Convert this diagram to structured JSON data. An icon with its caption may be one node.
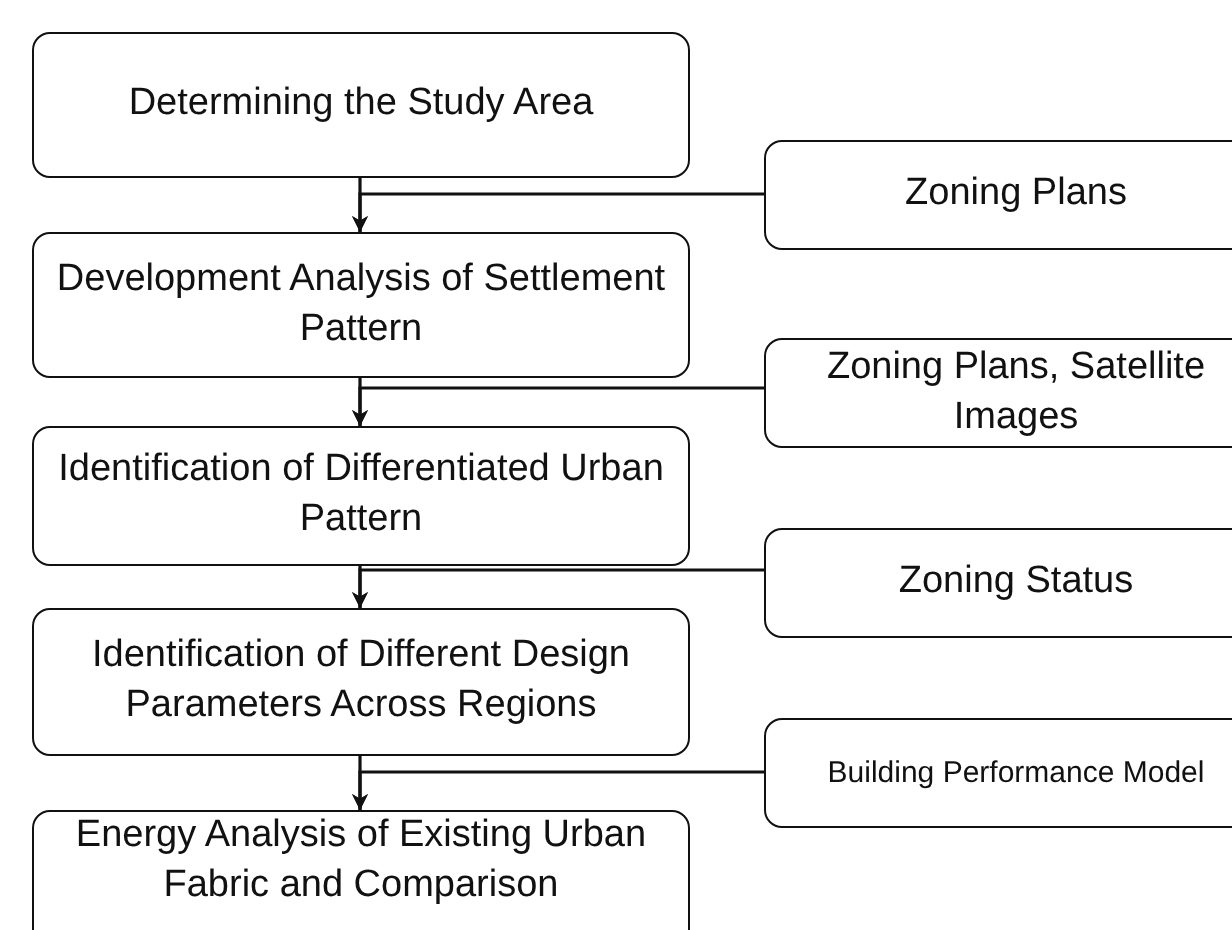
{
  "diagram": {
    "nodes": [
      {
        "text": [
          "Determining the Study Area"
        ]
      },
      {
        "text": [
          "Zoning Plans"
        ]
      },
      {
        "text": [
          "Development Analysis of Settlement Pattern"
        ]
      },
      {
        "text": [
          "Zoning Plans, Satellite Images"
        ]
      },
      {
        "text": [
          "Identification of Differentiated Urban Pattern"
        ]
      },
      {
        "text": [
          "Zoning Status"
        ]
      },
      {
        "text": [
          "Identification of Different Design Parameters Across Regions"
        ]
      },
      {
        "text": [
          "Building Performance Model"
        ]
      },
      {
        "text": [
          "Energy Analysis of Existing Urban Fabric and Comparison"
        ]
      }
    ],
    "edges": [
      {
        "from": 0,
        "to": 2,
        "arrow": "to"
      },
      {
        "from": 1,
        "to": 2,
        "arrow": "to"
      },
      {
        "from": 2,
        "to": 4,
        "arrow": "to"
      },
      {
        "from": 3,
        "to": 4,
        "arrow": "to"
      },
      {
        "from": 4,
        "to": 6,
        "arrow": "to"
      },
      {
        "from": 5,
        "to": 6,
        "arrow": "to"
      },
      {
        "from": 6,
        "to": 8,
        "arrow": "to"
      },
      {
        "from": 7,
        "to": 8,
        "arrow": "to"
      }
    ]
  }
}
